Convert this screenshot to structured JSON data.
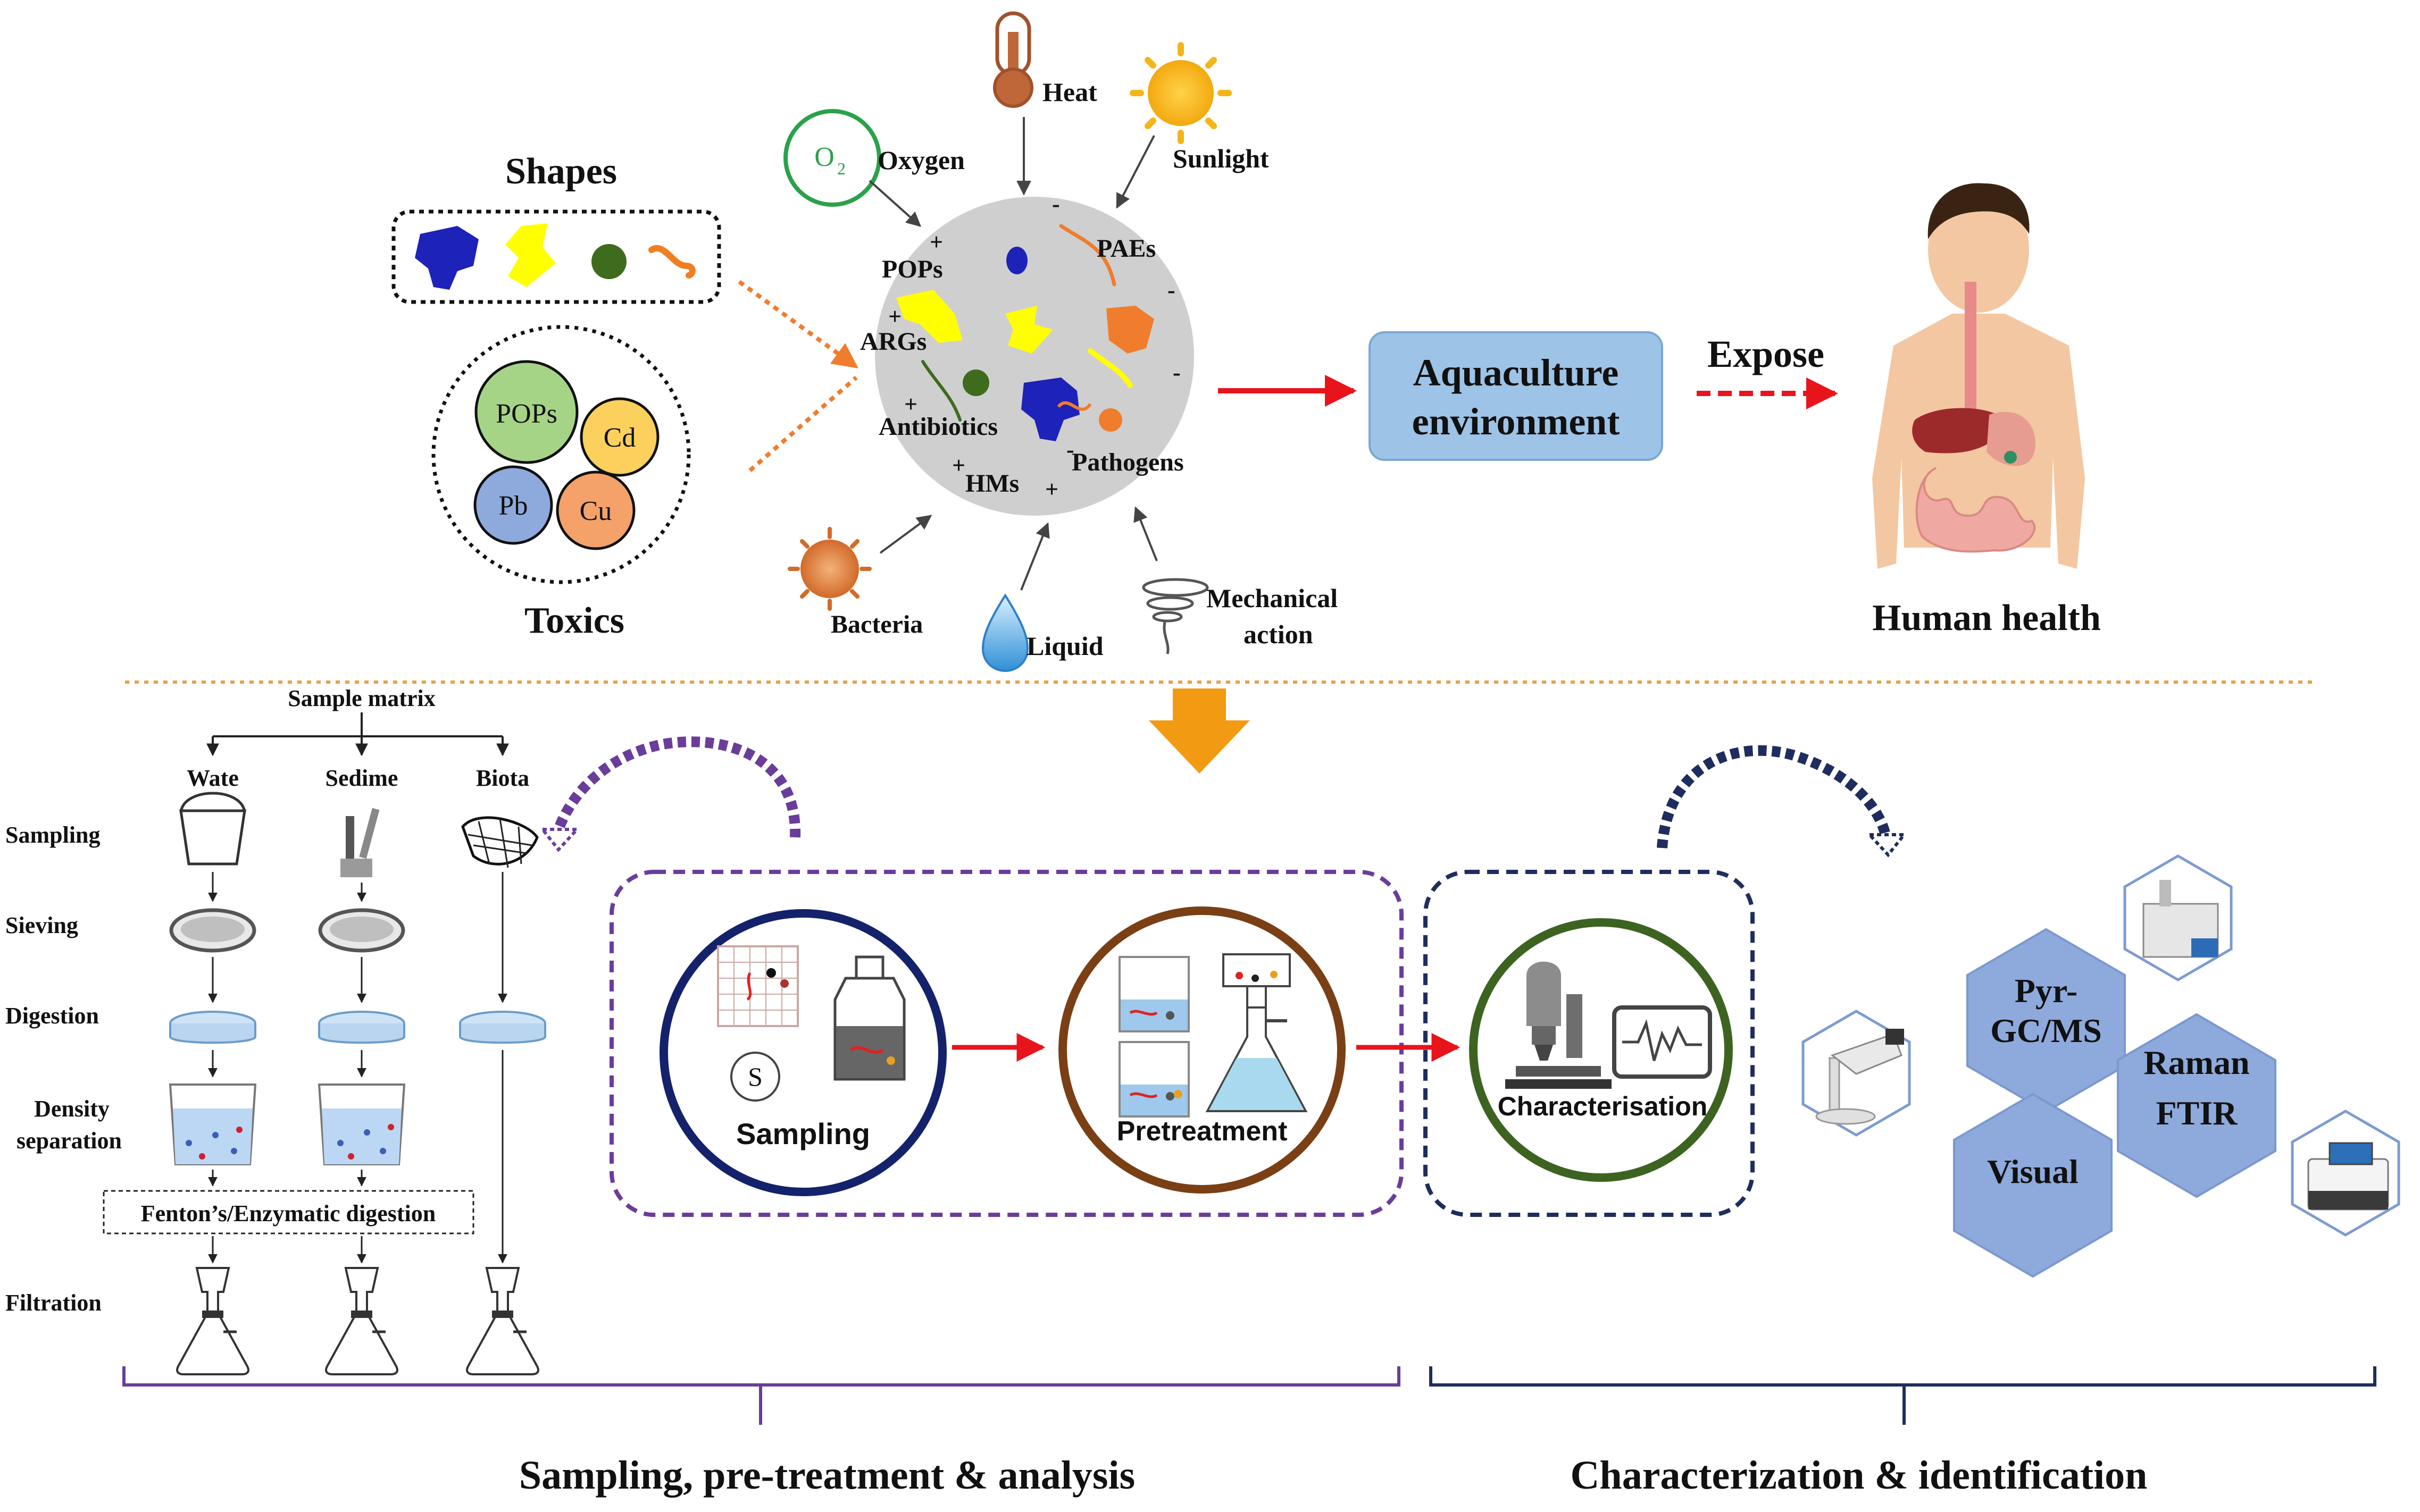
{
  "top": {
    "shapes_label": "Shapes",
    "toxics_label": "Toxics",
    "toxics": [
      "POPs",
      "Cd",
      "Pb",
      "Cu"
    ],
    "oxygen_symbol": "O",
    "oxygen_subscript": "2",
    "oxygen_label": "Oxygen",
    "heat_label": "Heat",
    "sunlight_label": "Sunlight",
    "bacteria_label": "Bacteria",
    "liquid_label": "Liquid",
    "mechanical_line1": "Mechanical",
    "mechanical_line2": "action",
    "particle_labels": {
      "pops": "POPs",
      "paes": "PAEs",
      "args": "ARGs",
      "antibiotics": "Antibiotics",
      "pathogens": "Pathogens",
      "hms": "HMs"
    },
    "aquaculture_line1": "Aquaculture",
    "aquaculture_line2": "environment",
    "expose_label": "Expose",
    "human_health_label": "Human health"
  },
  "bottom": {
    "sample_matrix_label": "Sample matrix",
    "columns": [
      "Wate",
      "Sedime",
      "Biota"
    ],
    "steps": {
      "sampling": "Sampling",
      "sieving": "Sieving",
      "digestion": "Digestion",
      "density1": "Density",
      "density2": "separation",
      "filtration": "Filtration"
    },
    "fenton_label": "Fenton’s/Enzymatic digestion",
    "circle_sampling": "Sampling",
    "circle_pretreatment": "Pretreatment",
    "circle_characterisation": "Characterisation",
    "sampling_s_symbol": "S",
    "hex_pyr_line1": "Pyr-",
    "hex_pyr_line2": "GC/MS",
    "hex_raman_line1": "Raman",
    "hex_raman_line2": "FTIR",
    "hex_visual": "Visual",
    "section_left_label": "Sampling, pre-treatment & analysis",
    "section_right_label": "Characterization & identification"
  }
}
